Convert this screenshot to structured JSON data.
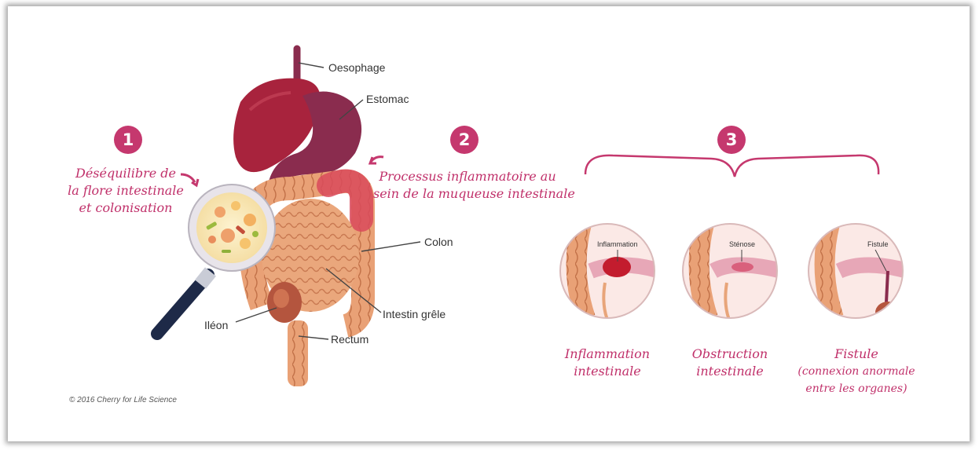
{
  "steps": [
    {
      "number": "1",
      "text_lines": [
        "Déséquilibre de",
        "la flore intestinale",
        "et colonisation"
      ]
    },
    {
      "number": "2",
      "text_lines": [
        "Processus inflammatoire au",
        "sein de la muqueuse intestinale"
      ]
    },
    {
      "number": "3"
    }
  ],
  "anatomy_labels": {
    "oesophage": "Oesophage",
    "estomac": "Estomac",
    "colon": "Colon",
    "intestin_grele": "Intestin grêle",
    "ileon": "Iléon",
    "rectum": "Rectum"
  },
  "complications": [
    {
      "inset_label": "Inflammation",
      "caption_lines": [
        "Inflammation",
        "intestinale"
      ]
    },
    {
      "inset_label": "Sténose",
      "caption_lines": [
        "Obstruction",
        "intestinale"
      ]
    },
    {
      "inset_label": "Fistule",
      "caption_lines": [
        "Fistule",
        "(connexion anormale",
        "entre les organes)"
      ]
    }
  ],
  "copyright": "© 2016 Cherry for Life Science",
  "colors": {
    "accent": "#c5386e",
    "intestine": "#e8a57a",
    "liver": "#a8233d",
    "stomach": "#8a2c4e"
  }
}
